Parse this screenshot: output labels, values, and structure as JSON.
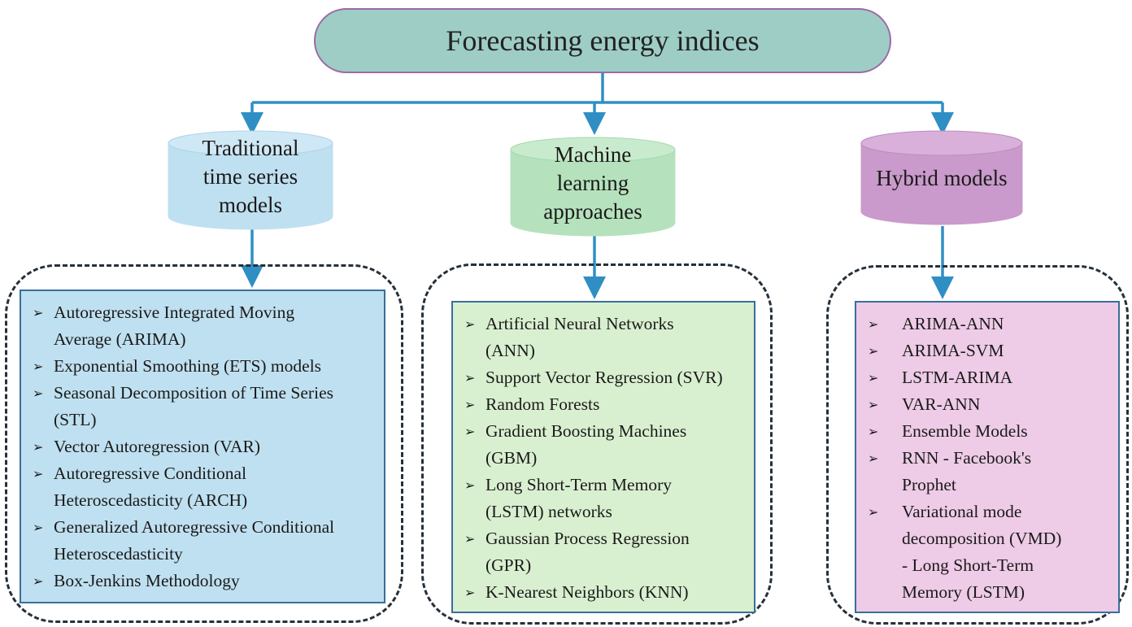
{
  "title": "Forecasting energy indices",
  "colors": {
    "title_fill": "#9ecdc6",
    "title_border": "#9b6aa6",
    "connector": "#2f8fc4",
    "col1_fill": "#bfe0f0",
    "col2_fill": "#d9f0d0",
    "col3_fill": "#eecbe6"
  },
  "bullet_icon": "arrow-bullet-icon",
  "columns": [
    {
      "header": [
        "Traditional",
        "time series",
        "models"
      ],
      "items": [
        [
          "Autoregressive Integrated Moving",
          "Average (ARIMA)"
        ],
        [
          "Exponential Smoothing (ETS) models"
        ],
        [
          "Seasonal Decomposition of Time Series",
          "(STL)"
        ],
        [
          "Vector Autoregression (VAR)"
        ],
        [
          "Autoregressive Conditional",
          "Heteroscedasticity (ARCH)"
        ],
        [
          "Generalized Autoregressive Conditional",
          "Heteroscedasticity"
        ],
        [
          "Box-Jenkins Methodology"
        ]
      ]
    },
    {
      "header": [
        "Machine",
        "learning",
        "approaches"
      ],
      "items": [
        [
          "Artificial Neural Networks",
          "(ANN)"
        ],
        [
          "Support Vector Regression (SVR)"
        ],
        [
          "Random Forests"
        ],
        [
          "Gradient Boosting Machines",
          "(GBM)"
        ],
        [
          "Long Short-Term Memory",
          "(LSTM) networks"
        ],
        [
          "Gaussian Process Regression",
          "(GPR)"
        ],
        [
          "K-Nearest Neighbors (KNN)"
        ]
      ]
    },
    {
      "header": [
        "Hybrid models"
      ],
      "items": [
        [
          "ARIMA-ANN"
        ],
        [
          "ARIMA-SVM"
        ],
        [
          "LSTM-ARIMA"
        ],
        [
          "VAR-ANN"
        ],
        [
          "Ensemble Models"
        ],
        [
          "RNN - Facebook's",
          "Prophet"
        ],
        [
          "Variational mode",
          "decomposition (VMD)",
          "- Long Short-Term",
          "Memory (LSTM)"
        ]
      ]
    }
  ]
}
